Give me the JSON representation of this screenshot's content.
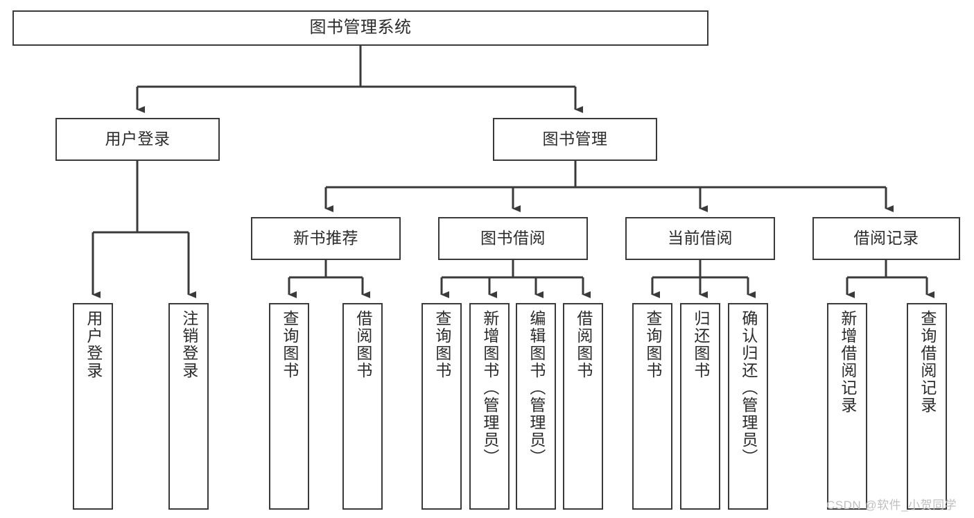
{
  "diagram": {
    "title": "图书管理系统",
    "type": "hierarchy-tree",
    "orientation": "top-down",
    "colors": {
      "box_border": "#3a3a3a",
      "box_fill": "#ffffff",
      "connector": "#3a3a3a",
      "text": "#2b2b2b",
      "watermark": "#bfbfbf",
      "background": "#ffffff"
    },
    "levels": {
      "root": {
        "label": "图书管理系统"
      },
      "level2": [
        {
          "label": "用户登录"
        },
        {
          "label": "图书管理"
        }
      ],
      "level3": [
        {
          "label": "新书推荐"
        },
        {
          "label": "图书借阅"
        },
        {
          "label": "当前借阅"
        },
        {
          "label": "借阅记录"
        }
      ]
    },
    "leaves": {
      "user_login": [
        {
          "label": "用户登录"
        },
        {
          "label": "注销登录"
        }
      ],
      "new_book_recommend": [
        {
          "label": "查询图书"
        },
        {
          "label": "借阅图书"
        }
      ],
      "book_borrow": [
        {
          "label": "查询图书"
        },
        {
          "label": "新增图书（管理员）"
        },
        {
          "label": "编辑图书（管理员）"
        },
        {
          "label": "借阅图书"
        }
      ],
      "current_borrow": [
        {
          "label": "查询图书"
        },
        {
          "label": "归还图书"
        },
        {
          "label": "确认归还（管理员）"
        }
      ],
      "borrow_record": [
        {
          "label": "新增借阅记录"
        },
        {
          "label": "查询借阅记录"
        }
      ]
    }
  },
  "watermark": {
    "text": "CSDN @软件_小贺同学"
  }
}
